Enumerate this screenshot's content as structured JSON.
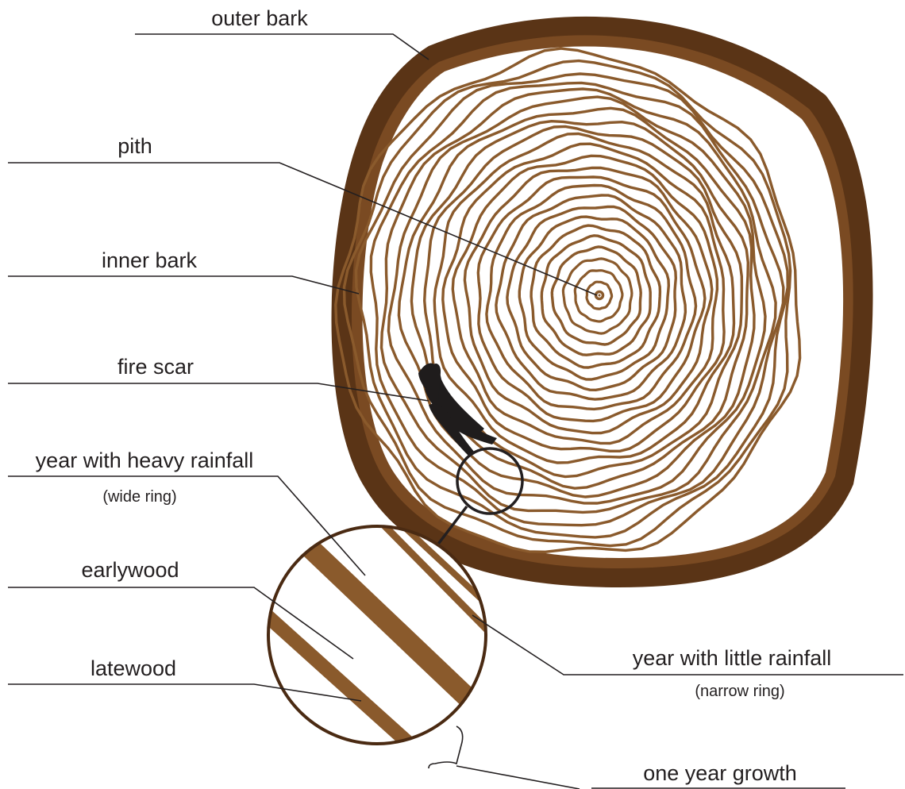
{
  "labels": {
    "outer_bark": "outer bark",
    "pith": "pith",
    "inner_bark": "inner bark",
    "fire_scar": "fire scar",
    "heavy_rainfall": "year with heavy rainfall",
    "heavy_rainfall_note": "(wide ring)",
    "earlywood": "earlywood",
    "latewood": "latewood",
    "little_rainfall": "year with little rainfall",
    "little_rainfall_note": "(narrow ring)",
    "one_year_growth": "one year growth"
  },
  "colors": {
    "outer_bark": "#5a3416",
    "inner_bark": "#7a4a22",
    "ring": "#8a5a2c",
    "fire_scar": "#1f1c1c",
    "leader_line": "#231f20",
    "wood": "#ffffff"
  }
}
